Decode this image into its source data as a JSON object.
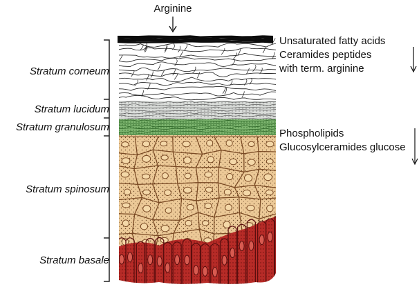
{
  "top_label": "Arginine",
  "layers": [
    {
      "name": "Stratum corneum"
    },
    {
      "name": "Stratum lucidum"
    },
    {
      "name": "Stratum granulosum"
    },
    {
      "name": "Stratum spinosum"
    },
    {
      "name": "Stratum basale"
    }
  ],
  "upper_annotations": [
    "Unsaturated fatty acids",
    "Ceramides peptides",
    "with term. arginine"
  ],
  "lower_annotations": [
    "Phospholipids",
    "Glucosylceramides glucose"
  ],
  "colors": {
    "corneum_line": "#2a2a2a",
    "lucidum_fill": "#d7d9d7",
    "granulosum_fill": "#79b26a",
    "spinosum_fill": "#e9c795",
    "spinosum_line": "#7a4a24",
    "basale_fill": "#b52a26",
    "basale_line": "#5a0e0e"
  }
}
